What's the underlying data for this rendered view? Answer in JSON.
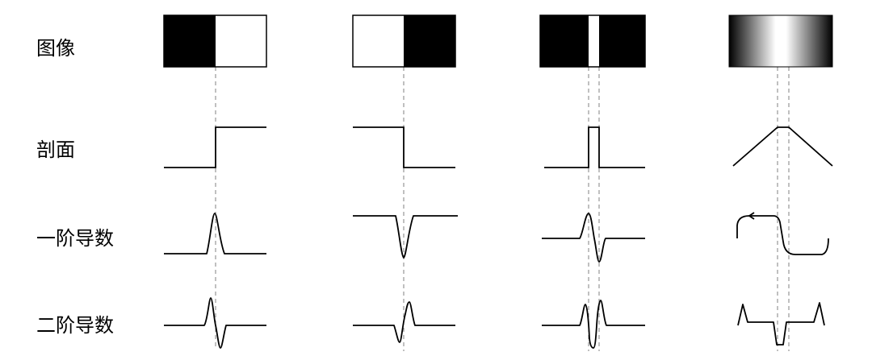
{
  "row_labels": {
    "image": "图像",
    "profile": "剖面",
    "first_derivative": "一阶导数",
    "second_derivative": "二阶导数"
  },
  "colors": {
    "stroke": "#000000",
    "dashed_guide": "#808080",
    "background": "#ffffff"
  },
  "columns": [
    {
      "name": "dark-to-light-step"
    },
    {
      "name": "light-to-dark-step"
    },
    {
      "name": "thin-light-line"
    },
    {
      "name": "gradual-ramp-roof"
    }
  ]
}
